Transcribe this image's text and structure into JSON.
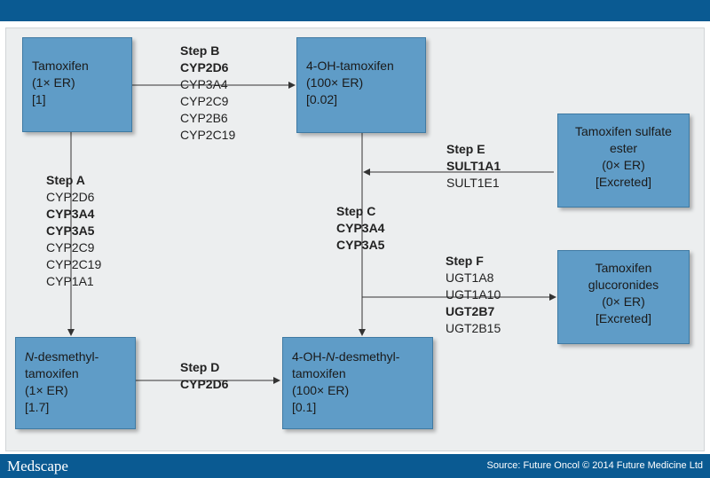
{
  "header_color": "#0a5a92",
  "box_color": "#5f9cc7",
  "boxes": {
    "tamoxifen": {
      "lines": [
        "Tamoxifen",
        "(1× ER)",
        "[1]"
      ]
    },
    "oh_tamoxifen": {
      "lines": [
        "4-OH-tamoxifen",
        "(100× ER)",
        "[0.02]"
      ]
    },
    "sulfate": {
      "lines": [
        "Tamoxifen sulfate",
        "ester",
        "(0× ER)",
        "[Excreted]"
      ]
    },
    "glucoronides": {
      "lines": [
        "Tamoxifen",
        "glucoronides",
        "(0× ER)",
        "[Excreted]"
      ]
    },
    "ndesmethyl": {
      "italic_prefix": "N",
      "line1_rest": "-desmethyl-",
      "lines": [
        "tamoxifen",
        "(1× ER)",
        "[1.7]"
      ]
    },
    "endoxifen": {
      "line1_pre": "4-OH-",
      "italic_mid": "N",
      "line1_post": "-desmethyl-",
      "lines": [
        "tamoxifen",
        "(100× ER)",
        "[0.1]"
      ]
    }
  },
  "steps": {
    "a": {
      "label": "Step A",
      "enzymes": [
        "CYP2D6",
        "CYP3A4",
        "CYP3A5",
        "CYP2C9",
        "CYP2C19",
        "CYP1A1"
      ]
    },
    "b": {
      "label": "Step B",
      "enzymes": [
        "CYP2D6",
        "CYP3A4",
        "CYP2C9",
        "CYP2B6",
        "CYP2C19"
      ]
    },
    "c": {
      "label": "Step C",
      "enzymes": [
        "CYP3A4",
        "CYP3A5"
      ]
    },
    "d": {
      "label": "Step D",
      "enzymes": [
        "CYP2D6"
      ]
    },
    "e": {
      "label": "Step E",
      "enzymes": [
        "SULT1A1",
        "SULT1E1"
      ]
    },
    "f": {
      "label": "Step F",
      "enzymes": [
        "UGT1A8",
        "UGT1A10",
        "UGT2B7",
        "UGT2B15"
      ]
    }
  },
  "footer": {
    "logo": "Medscape",
    "source": "Source: Future Oncol © 2014 Future Medicine Ltd"
  }
}
